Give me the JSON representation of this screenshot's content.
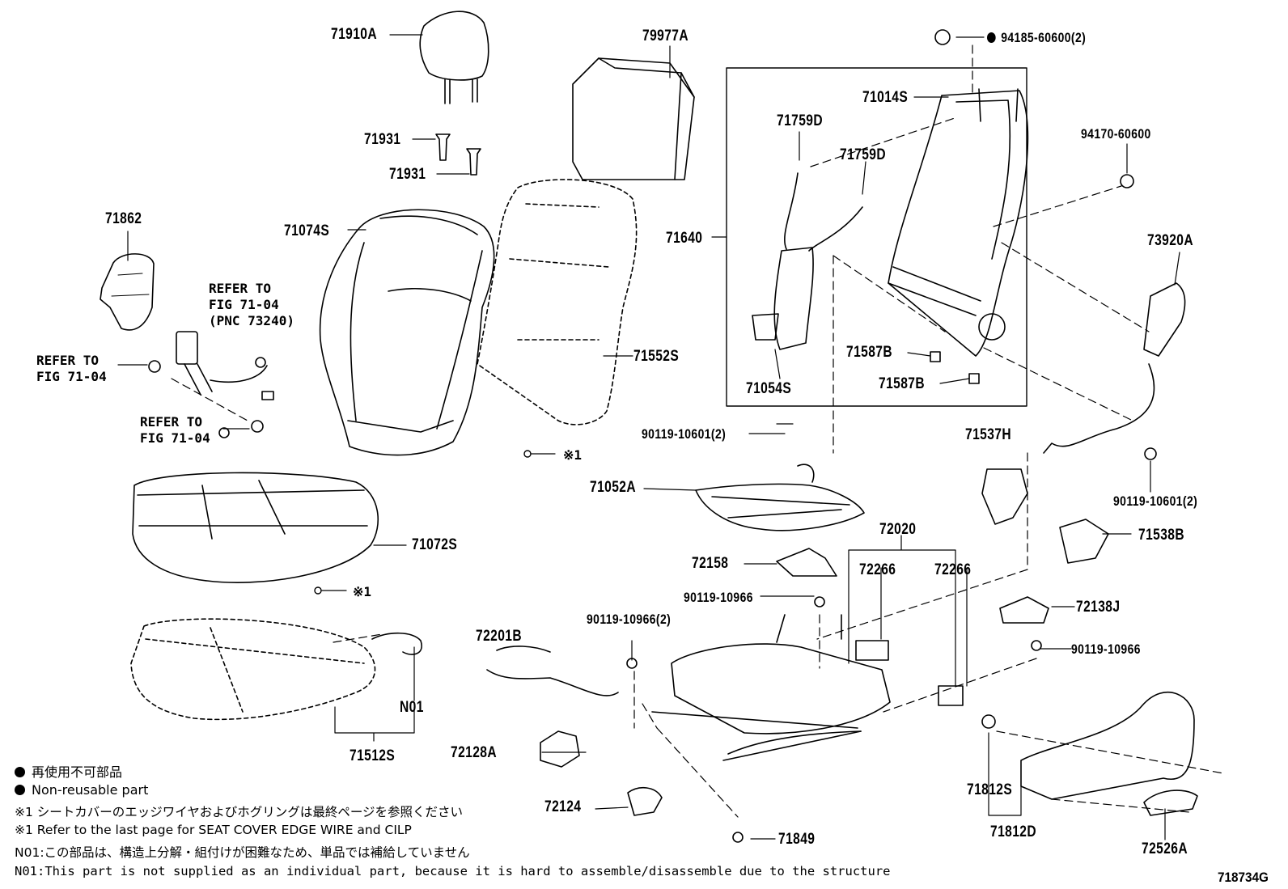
{
  "parts": {
    "p71910A": "71910A",
    "p79977A": "79977A",
    "p94185": "94185-60600(2)",
    "p71014S": "71014S",
    "p71759D_a": "71759D",
    "p71759D_b": "71759D",
    "p94170": "94170-60600",
    "p71931_a": "71931",
    "p71931_b": "71931",
    "p71862": "71862",
    "p71074S": "71074S",
    "p71640": "71640",
    "p73920A": "73920A",
    "p71552S": "71552S",
    "p71587B_a": "71587B",
    "p71587B_b": "71587B",
    "p71054S": "71054S",
    "p90119_10601_a": "90119-10601(2)",
    "p71537H": "71537H",
    "p90119_10601_b": "90119-10601(2)",
    "p71052A": "71052A",
    "p72020": "72020",
    "p71538B": "71538B",
    "p71072S": "71072S",
    "p72158": "72158",
    "p72266_a": "72266",
    "p72266_b": "72266",
    "p90119_10966_a": "90119-10966",
    "p72138J": "72138J",
    "p90119_10966_2": "90119-10966(2)",
    "p72201B": "72201B",
    "p90119_10966_b": "90119-10966",
    "pN01": "N01",
    "p71512S": "71512S",
    "p72128A": "72128A",
    "p71812S": "71812S",
    "p72124": "72124",
    "p71812D": "71812D",
    "p71849": "71849",
    "p72526A": "72526A"
  },
  "refs": {
    "refer_pnc": "REFER TO\nFIG 71-04\n(PNC 73240)",
    "refer_left": "REFER TO\nFIG 71-04",
    "refer_low": "REFER TO\nFIG 71-04",
    "mark1_a": "※1",
    "mark1_b": "※1"
  },
  "notes": {
    "jp_nonreusable": "再使用不可部品",
    "en_nonreusable": "Non-reusable part",
    "jp_note1": "※1 シートカバーのエッジワイヤおよびホグリングは最終ページを参照ください",
    "en_note1": "※1 Refer to the last page for SEAT COVER EDGE WIRE and CILP",
    "jp_n01": "N01:この部品は、構造上分解・組付けが困難なため、単品では補給していません",
    "en_n01": "N01:This part is not supplied as an individual part, because it is hard to assemble/disassemble due to the structure"
  },
  "figure_code": "718734G"
}
